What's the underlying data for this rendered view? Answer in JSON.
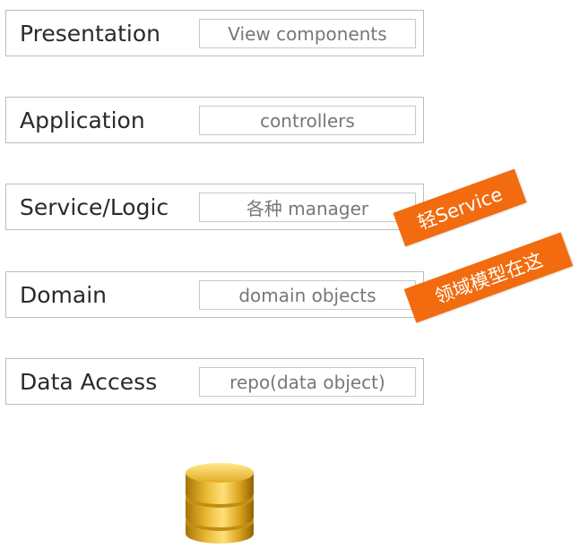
{
  "layers": [
    {
      "name": "Presentation",
      "detail": "View components"
    },
    {
      "name": "Application",
      "detail": "controllers"
    },
    {
      "name": "Service/Logic",
      "detail": "各种 manager"
    },
    {
      "name": "Domain",
      "detail": "domain objects"
    },
    {
      "name": "Data Access",
      "detail": "repo(data object)"
    }
  ],
  "annotations": {
    "light_service": "轻Service",
    "domain_model_here": "领域模型在这"
  },
  "database": {
    "icon": "database-icon"
  },
  "colors": {
    "accent_orange": "#f26b0e",
    "database_gold": "#d9a21a",
    "border_gray": "#bdbdbd",
    "label_text": "#2a2a2a",
    "detail_text": "#777777"
  }
}
